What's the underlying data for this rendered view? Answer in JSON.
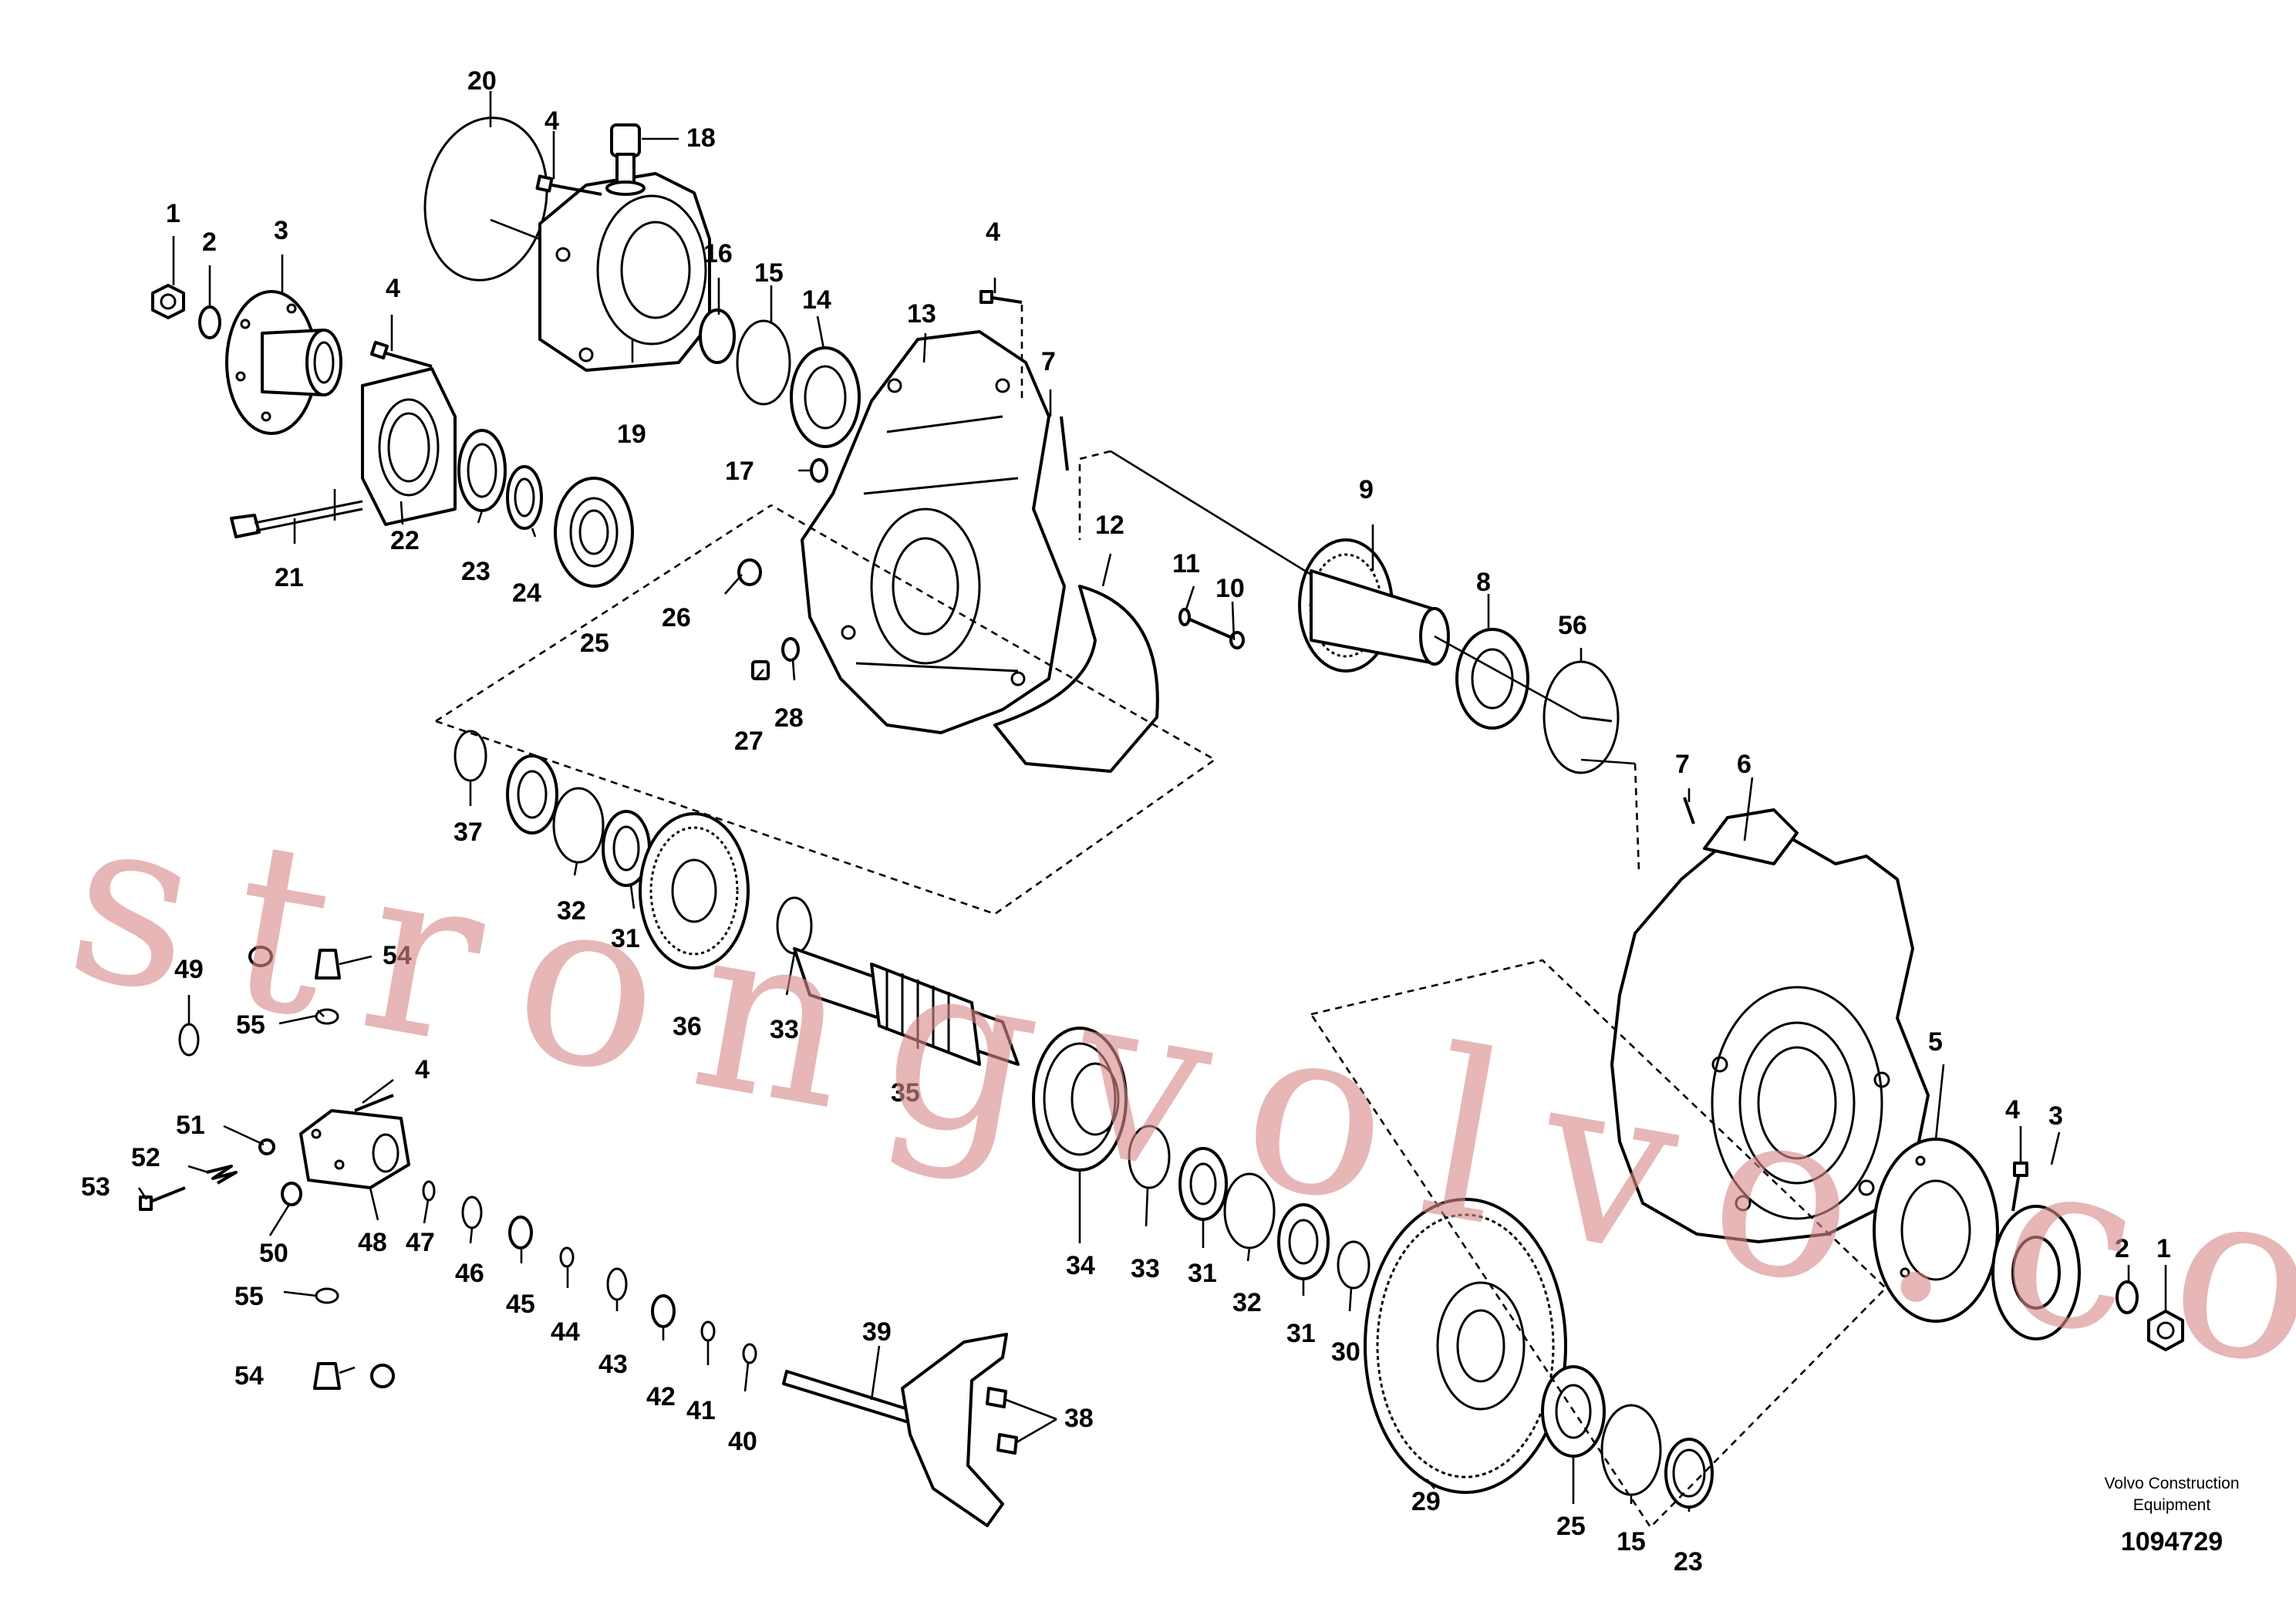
{
  "footer": {
    "brand_line1": "Volvo Construction",
    "brand_line2": "Equipment",
    "document_number": "1094729"
  },
  "watermark": {
    "text": "strongvolvo.com",
    "color": "#d98a8a"
  },
  "callouts": [
    "20",
    "4",
    "18",
    "1",
    "2",
    "3",
    "4",
    "16",
    "15",
    "14",
    "13",
    "4",
    "19",
    "7",
    "22",
    "23",
    "24",
    "25",
    "21",
    "17",
    "12",
    "9",
    "11",
    "10",
    "26",
    "8",
    "56",
    "27",
    "28",
    "37",
    "32",
    "31",
    "36",
    "33",
    "35",
    "7",
    "6",
    "49",
    "55",
    "54",
    "51",
    "52",
    "53",
    "50",
    "48",
    "47",
    "46",
    "45",
    "44",
    "43",
    "42",
    "41",
    "40",
    "39",
    "38",
    "34",
    "33",
    "31",
    "32",
    "31",
    "30",
    "29",
    "25",
    "15",
    "23",
    "5",
    "4",
    "3",
    "2",
    "1",
    "55",
    "54",
    "4"
  ]
}
